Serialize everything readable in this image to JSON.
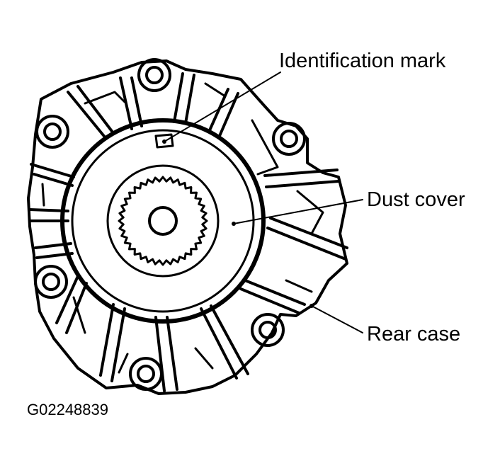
{
  "labels": {
    "identification_mark": "Identification mark",
    "dust_cover": "Dust cover",
    "rear_case": "Rear case"
  },
  "figure_code": "G02248839",
  "colors": {
    "ink": "#000000",
    "paper": "#ffffff"
  }
}
